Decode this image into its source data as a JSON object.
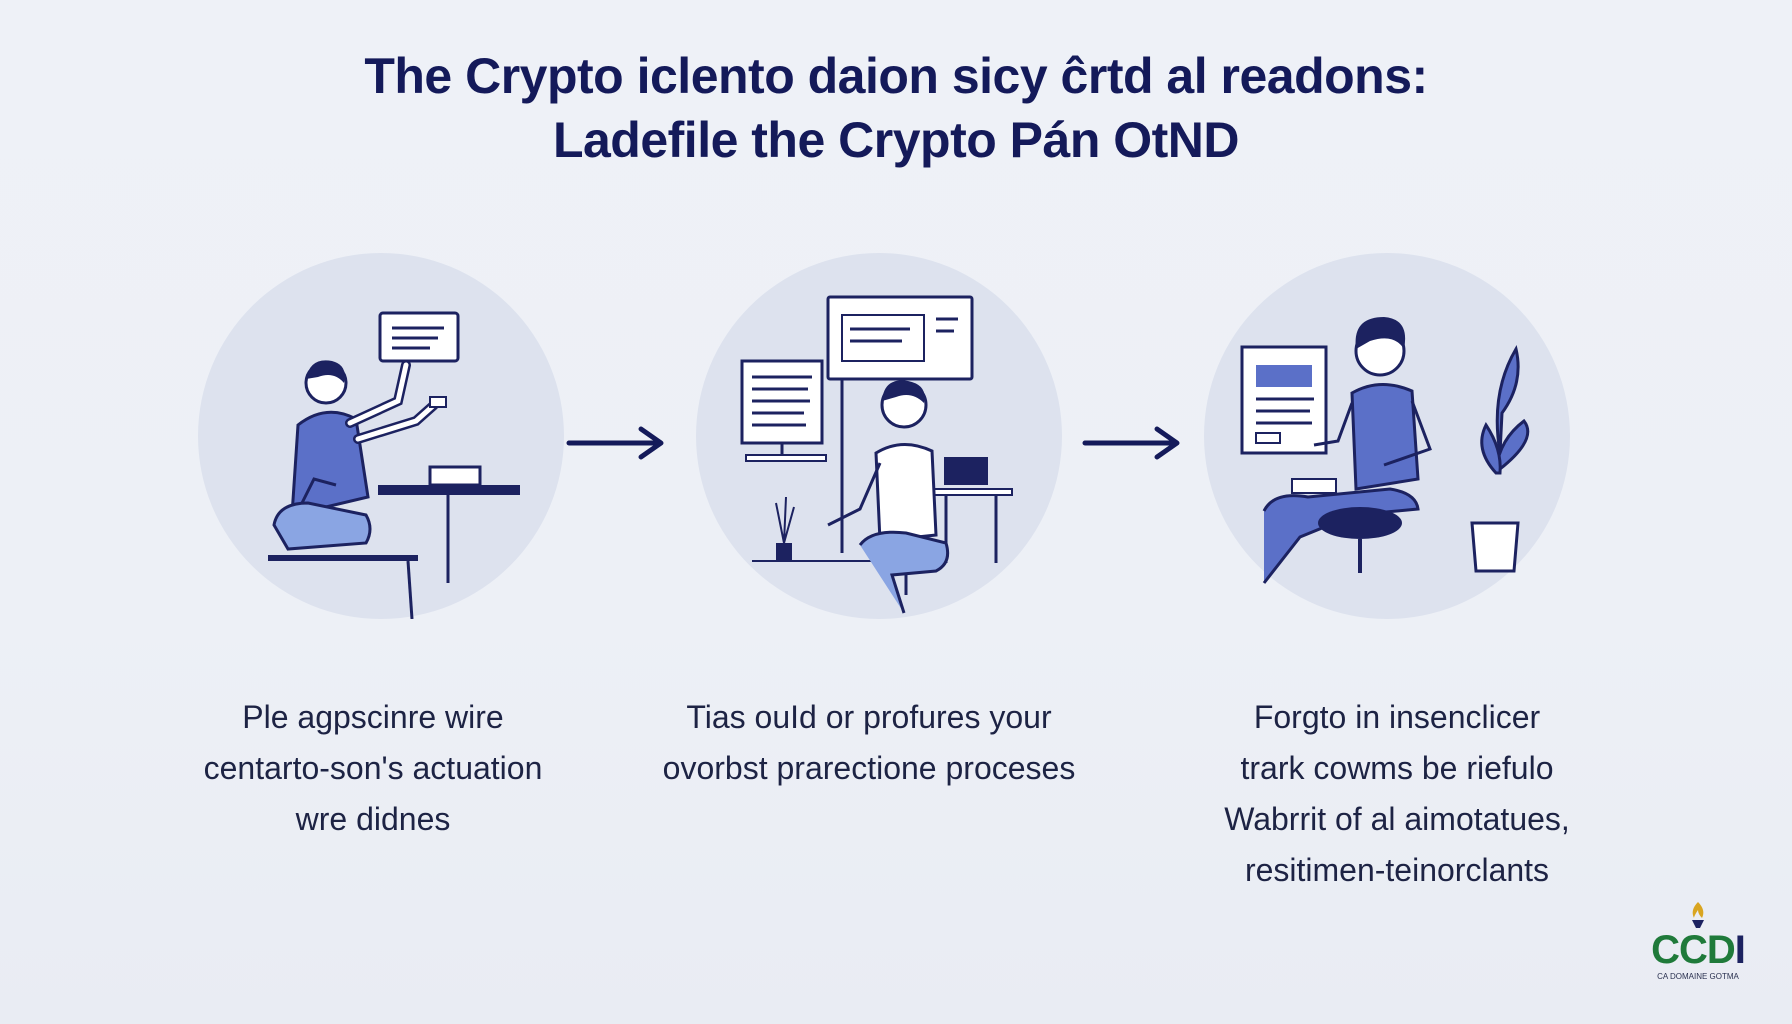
{
  "title": {
    "line1": "The Crypto iclento daion sicy ĉrtd al readons:",
    "line2": "Ladefile the Crypto Pán OtND"
  },
  "steps": [
    {
      "illustration_icon": "person-pointing-at-screen-icon",
      "caption": [
        "Ple agpscinre wire",
        "centarto-son's actuation",
        "wre didnes"
      ]
    },
    {
      "illustration_icon": "person-at-computer-desk-icon",
      "caption": [
        "Tias ouId or profures your",
        "ovorbst prarectione proceses"
      ]
    },
    {
      "illustration_icon": "person-holding-document-icon",
      "caption": [
        "Forgto in insenclicer",
        "trark cowms be riefulo",
        "Wabrrit of al aimotatues,",
        "resitimen-teinorclants"
      ]
    }
  ],
  "arrows": [
    "arrow-right-icon",
    "arrow-right-icon"
  ],
  "logo": {
    "text_green": "CCD",
    "text_dark": "I",
    "subtitle": "CA DOMAINE GOTMA",
    "icon": "torch-flame-icon"
  },
  "colors": {
    "background": "#edf0f6",
    "circle": "#dde2ee",
    "accent_blue": "#5b70c8",
    "navy": "#1c2260",
    "logo_green": "#1f7a3a"
  }
}
